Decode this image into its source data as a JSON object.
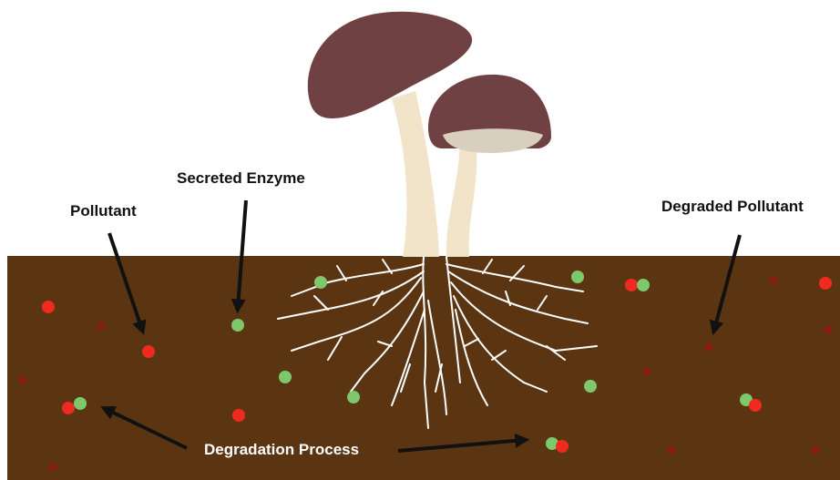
{
  "labels": {
    "pollutant": "Pollutant",
    "secreted_enzyme": "Secreted Enzyme",
    "degraded_pollutant": "Degraded Pollutant",
    "degradation_process": "Degradation Process"
  },
  "colors": {
    "background": "#ffffff",
    "soil": "#5b3512",
    "cap": "#704143",
    "cap_underside": "#d8cfbf",
    "stem": "#f1e4c8",
    "roots": "#ffffff",
    "pollutant": "#f02a1e",
    "enzyme": "#7cc86a",
    "degraded_pollutant": "#8a1a14",
    "arrow": "#111111"
  },
  "icons": {
    "mushroom": "mushroom-icon",
    "mycelium": "mycelium-roots-icon",
    "arrow": "arrow-icon"
  }
}
